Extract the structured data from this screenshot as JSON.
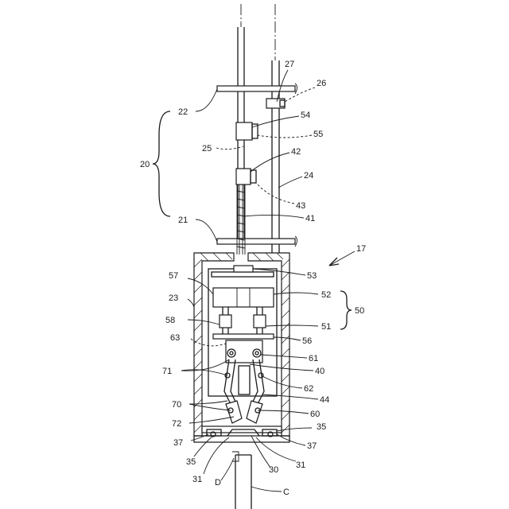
{
  "figure": {
    "labels": {
      "l20": "20",
      "l22": "22",
      "l21": "21",
      "l25": "25",
      "l27": "27",
      "l26": "26",
      "l54": "54",
      "l55": "55",
      "l42": "42",
      "l24": "24",
      "l43": "43",
      "l41": "41",
      "l17": "17",
      "l53": "53",
      "l57": "57",
      "l23": "23",
      "l52": "52",
      "l50": "50",
      "l58": "58",
      "l51": "51",
      "l63": "63",
      "l56": "56",
      "l61": "61",
      "l71": "71",
      "l40": "40",
      "l62": "62",
      "l44": "44",
      "l70": "70",
      "l60": "60",
      "l72": "72",
      "l35a": "35",
      "l37a": "37",
      "l37b": "37",
      "l35b": "35",
      "l31a": "31",
      "l30": "30",
      "l31b": "31",
      "lD": "D",
      "lC": "C"
    }
  }
}
